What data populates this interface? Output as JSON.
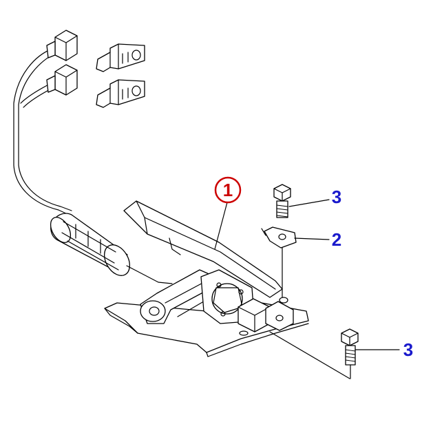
{
  "callouts": [
    {
      "id": "1",
      "label": "1",
      "color": "#cc0000",
      "circled": true
    },
    {
      "id": "2",
      "label": "2",
      "color": "#1a1acc",
      "circled": false
    },
    {
      "id": "3a",
      "label": "3",
      "color": "#1a1acc",
      "circled": false
    },
    {
      "id": "3b",
      "label": "3",
      "color": "#1a1acc",
      "circled": false
    }
  ],
  "icons": [
    "connector-icon",
    "terminal-icon",
    "bolt-icon",
    "clip-icon",
    "pedal-icon"
  ]
}
